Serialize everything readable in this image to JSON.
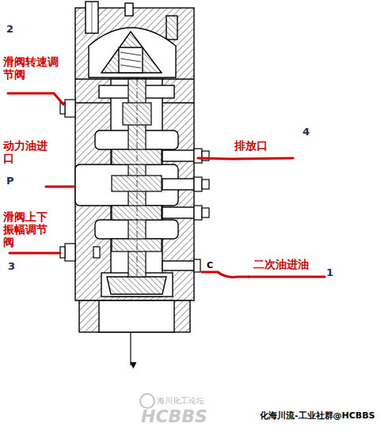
{
  "diagram": {
    "labels": [
      "2",
      "滑阀转速调节阀",
      "动力油进口",
      "P",
      "滑阀上下振幅调节阀",
      "3",
      "排放口",
      "4",
      "二次油进油",
      "C",
      "1",
      "海川化工论坛",
      "HCBBS",
      "化海川流-工业社群@HCBBS"
    ]
  }
}
